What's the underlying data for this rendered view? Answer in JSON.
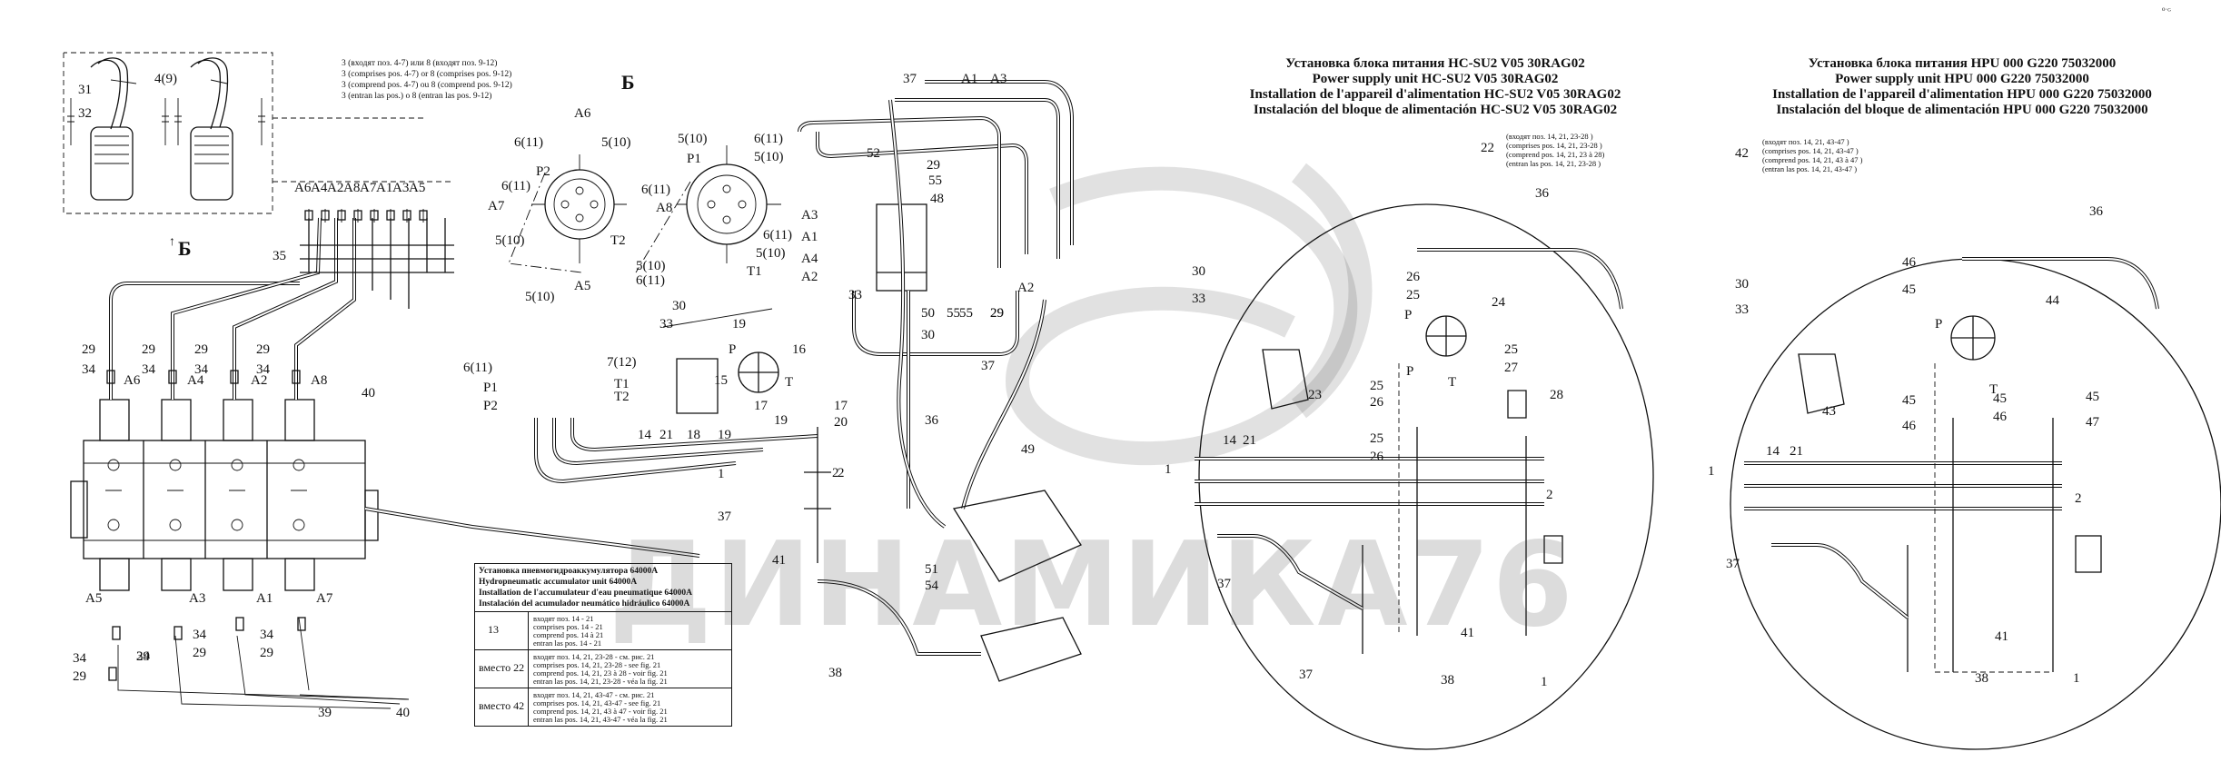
{
  "watermark": "ДИНАМИКА76",
  "corner_mark": "⁰˙ᴳ",
  "view_label_top": "Б",
  "view_label_arrow": "Б",
  "top_notes": [
    "3 (входят поз. 4-7) или 8 (входят поз. 9-12)",
    "3 (comprises pos. 4-7) or 8 (comprises pos. 9-12)",
    "3 (comprend pos. 4-7) ou 8 (comprend pos. 9-12)",
    "3 (entran las pos.) o 8 (entran las pos. 9-12)"
  ],
  "hc_title": [
    "Установка блока питания HC-SU2 V05 30RAG02",
    "Power supply unit  HC-SU2 V05 30RAG02",
    "Installation de l'appareil d'alimentation HC-SU2 V05 30RAG02",
    "Instalación del bloque de alimentación HC-SU2 V05 30RAG02"
  ],
  "hpu_title": [
    "Установка блока питания HPU 000 G220 75032000",
    "Power supply unit  HPU 000 G220 75032000",
    "Installation de  l'appareil d'alimentation HPU 000 G220 75032000",
    "Instalación del bloque de alimentación HPU 000 G220 75032000"
  ],
  "hc_note": {
    "number": "22",
    "lines": [
      "(входят поз. 14, 21, 23-28 )",
      "(comprises pos. 14, 21, 23-28 )",
      "(comprend pos. 14, 21, 23 à 28)",
      "(entran las pos. 14, 21, 23-28 )"
    ]
  },
  "hpu_note": {
    "number": "42",
    "lines": [
      "(входят поз. 14, 21, 43-47 )",
      "(comprises pos. 14, 21, 43-47 )",
      "(comprend pos. 14, 21, 43 à 47 )",
      "(entran las pos. 14, 21, 43-47 )"
    ]
  },
  "legend": {
    "header": [
      "Установка пневмогидроаккумулятора 64000A",
      "Hydropneumatic accumulator unit  64000A",
      "Installation de l'accumulateur d'eau pneumatique 64000A",
      "Instalación del acumulador neumático hidráulico  64000A"
    ],
    "rows": [
      {
        "key": "13",
        "lines": [
          "входят поз. 14 - 21",
          "comprises pos. 14 - 21",
          "comprend pos. 14 à 21",
          "entran las pos. 14 - 21"
        ]
      },
      {
        "key": "вместо 22",
        "lines": [
          "входят поз. 14, 21, 23-28 - см. рис. 21",
          "comprises pos. 14, 21, 23-28 - see fig. 21",
          "comprend pos. 14, 21, 23 à 28 - voir fig. 21",
          "entran las pos. 14, 21, 23-28 - véa la fig. 21"
        ]
      },
      {
        "key": "вместо 42",
        "lines": [
          "входят поз. 14, 21, 43-47 - см. рис. 21",
          "comprises pos. 14, 21, 43-47 - see fig. 21",
          "comprend pos. 14, 21, 43 à 47 - voir fig. 21",
          "entran las pos. 14, 21, 43-47 - véa la fig. 21"
        ]
      }
    ]
  },
  "callouts": {
    "c31": "31",
    "c32": "32",
    "c4_9": "4(9)",
    "a6_top": "A6",
    "a4_top": "A4",
    "a2_top": "A2",
    "a8_top": "A8",
    "a7_top": "A7",
    "a1_top": "A1",
    "a3_top": "A3",
    "a5_top": "A5",
    "c35": "35",
    "c40a": "40",
    "c40b": "40",
    "c39": "39",
    "c29a": "29",
    "c34a": "34",
    "lA6": "A6",
    "c29b": "29",
    "c34b": "34",
    "lA4": "A4",
    "c29c": "29",
    "c34c": "34",
    "lA2": "A2",
    "c29d": "29",
    "c34d": "34",
    "lA8": "A8",
    "lA5": "A5",
    "lA3": "A3",
    "lA1": "A1",
    "lA7": "A7",
    "c34e": "34",
    "c29e": "29",
    "c34f": "34",
    "c29f": "29",
    "c34g": "34",
    "c29g": "29",
    "c34h": "34",
    "c29h": "29",
    "c37a": "37",
    "c1a": "1",
    "c41a": "41",
    "c2a": "2",
    "v_a6": "A6",
    "v_611a": "6(11)",
    "v_510a": "5(10)",
    "v_p2": "P2",
    "v_a7": "A7",
    "v_510b": "5(10)",
    "v_t2": "T2",
    "v_a5": "A5",
    "v_611b": "6(11)",
    "v_510c": "5(10)",
    "v_611c": "6(11)",
    "v_p1": "P1",
    "v_510d": "5(10)",
    "v_a8": "A8",
    "v_611d": "6(11)",
    "v_611e": "6(11)",
    "v_510e": "5(10)",
    "v_t1": "T1",
    "v_510f": "5(10)",
    "v_611f": "6(11)",
    "c37b": "37",
    "cA1": "A1",
    "cA3": "A3",
    "c52": "52",
    "c29i": "29",
    "c55a": "55",
    "c48": "48",
    "c29j": "29",
    "c55b": "55",
    "cA3b": "A3",
    "cA1b": "A1",
    "cA4b": "A4",
    "cA2b": "A2",
    "cA2c": "A2",
    "c33a": "33",
    "c50": "50",
    "c55c": "55",
    "c29k": "29",
    "c30a": "30",
    "c5_10g": "5(10)",
    "c6_11g": "6(11)",
    "c7_12": "7(12)",
    "lP1": "P1",
    "lP2": "P2",
    "lT1": "T1",
    "lT2": "T2",
    "c30b": "30",
    "c33b": "33",
    "c19a": "19",
    "lP": "P",
    "c16": "16",
    "c15": "15",
    "lT": "T",
    "c14a": "14",
    "c21a": "21",
    "c18": "18",
    "c19b": "19",
    "c17a": "17",
    "c19c": "19",
    "c17b": "17",
    "c20": "20",
    "c2b": "2",
    "c37c": "37",
    "c36a": "36",
    "c49": "49",
    "c51": "51",
    "c54": "54",
    "c38a": "38",
    "h36": "36",
    "h30": "30",
    "h33": "33",
    "h26a": "26",
    "h25a": "25",
    "hP": "P",
    "h24": "24",
    "h23": "23",
    "h25b": "25",
    "h27": "27",
    "h25c": "25",
    "hP2": "P",
    "hT": "T",
    "h28": "28",
    "h14": "14",
    "h21": "21",
    "h26b": "26",
    "h25d": "25",
    "h26c": "26",
    "h1a": "1",
    "h2": "2",
    "h37a": "37",
    "h41": "41",
    "h37b": "37",
    "h38": "38",
    "h1b": "1",
    "u36": "36",
    "u30": "30",
    "u33": "33",
    "u46a": "46",
    "u45a": "45",
    "uP": "P",
    "u44": "44",
    "u43": "43",
    "u45b": "45",
    "u46b": "46",
    "uT": "T",
    "u45c": "45",
    "u46c": "46",
    "u45d": "45",
    "u47": "47",
    "u14": "14",
    "u21": "21",
    "u1a": "1",
    "u2": "2",
    "u37": "37",
    "u41": "41",
    "u38": "38",
    "u1b": "1"
  }
}
